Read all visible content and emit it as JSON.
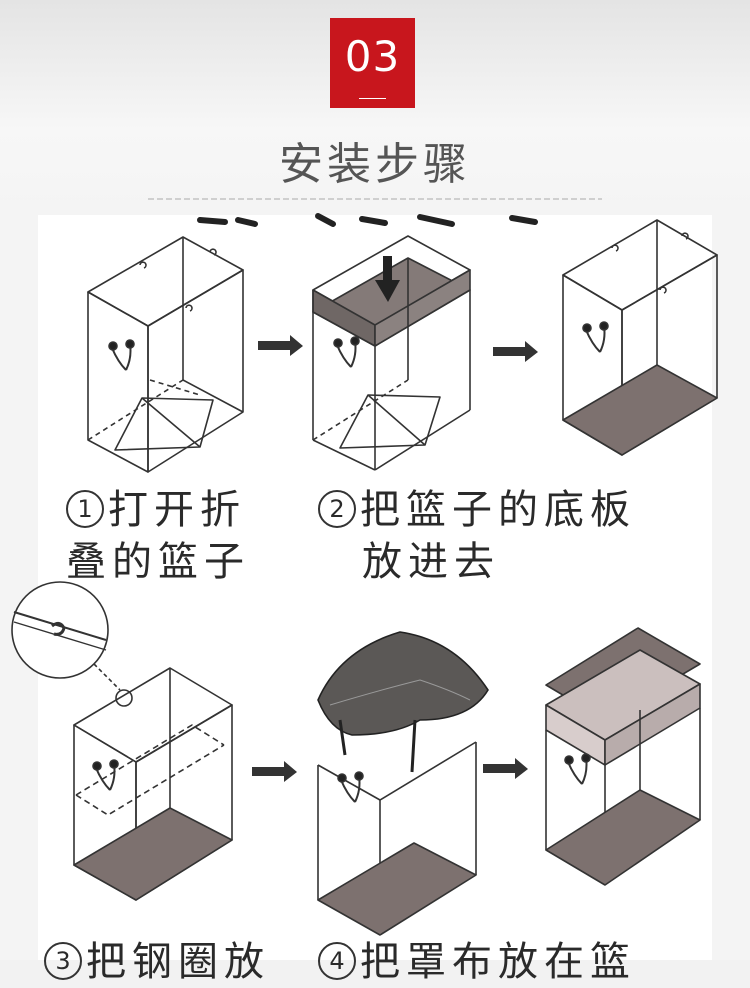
{
  "header": {
    "step_number": "03",
    "title": "安装步骤"
  },
  "steps": [
    {
      "num": "1",
      "line1": "打开折",
      "line2": "叠的篮子"
    },
    {
      "num": "2",
      "line1": "把篮子的底板",
      "line2": "放进去"
    },
    {
      "num": "3",
      "line1": "把钢圈放",
      "line2": ""
    },
    {
      "num": "4",
      "line1": "把罩布放在篮",
      "line2": ""
    }
  ],
  "colors": {
    "accent": "#c8161d",
    "line_art": "#333333",
    "fill_gray": "#7d716f",
    "fill_pink": "#cbbfbe"
  }
}
